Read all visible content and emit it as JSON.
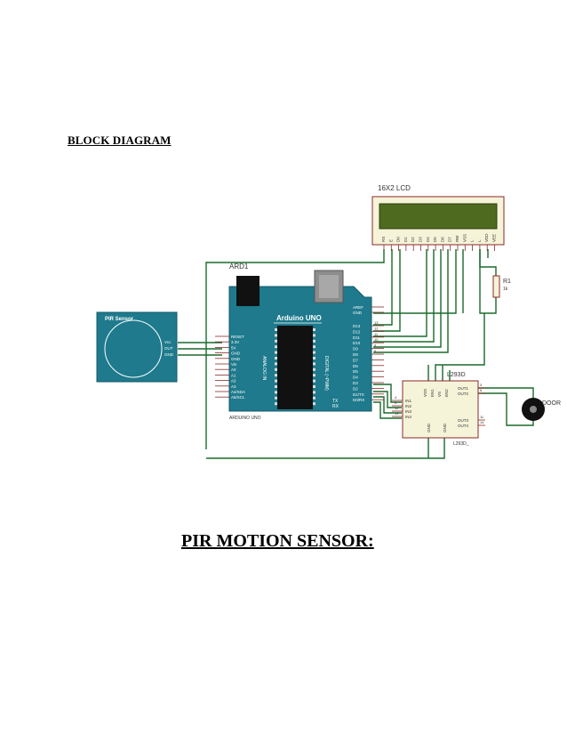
{
  "headings": {
    "block_diagram": "BLOCK DIAGRAM",
    "pir_motion_sensor": "PIR MOTION SENSOR:"
  },
  "diagram": {
    "lcd": {
      "title": "16X2 LCD",
      "pins": [
        "RS",
        "E",
        "D0",
        "D1",
        "D2",
        "D3",
        "D4",
        "D5",
        "D6",
        "D7",
        "RW",
        "VSS",
        "L",
        "L",
        "VDD",
        "VEE"
      ]
    },
    "arduino": {
      "ref": "ARD1",
      "title": "Arduino UNO",
      "footer": "ARDUINO UNO",
      "analog_label": "ANALOG IN",
      "digital_label": "DIGITAL (~PWM)",
      "left_pins": [
        "RESET",
        "3.3V",
        "5V",
        "GND",
        "GND",
        "Vin",
        "A0",
        "A1",
        "A2",
        "A3",
        "A4/SDA",
        "A5/SCL"
      ],
      "right_pins": [
        "AREF",
        "GND",
        "D13",
        "D12",
        "D11",
        "D10",
        "D9",
        "D8",
        "D7",
        "D6",
        "D5",
        "D4",
        "D3",
        "D2",
        "D1/TX",
        "D0/RX"
      ],
      "right_nums": [
        "13",
        "12",
        "11",
        "10",
        "9",
        "8"
      ],
      "tx": "TX",
      "rx": "RX"
    },
    "pir": {
      "title": "PIR Sensor",
      "pins": [
        "Vcc",
        "OUT",
        "GND"
      ]
    },
    "l293d": {
      "title": "L293D",
      "ref": "L293D_",
      "left_pins": [
        "IN1",
        "IN2",
        "IN3",
        "IN4"
      ],
      "right_pins": [
        "OUT1",
        "OUT2",
        "OUT3",
        "OUT4"
      ],
      "top_pins": [
        "VSS",
        "EN1",
        "VS",
        "EN2"
      ],
      "bottom_pins": [
        "GND",
        "GND"
      ],
      "pin_nums": [
        "3",
        "6",
        "11",
        "14",
        "4",
        "5",
        "12",
        "13"
      ]
    },
    "resistor": {
      "ref": "R1",
      "value": "1k"
    },
    "motor": {
      "label": "DOOR"
    }
  },
  "colors": {
    "board": "#1e7a8c",
    "lcd_screen": "#4e6a1e",
    "lcd_body": "#f5f3d8",
    "chip_outline": "#9b3a3a",
    "wire": "#1a6a2a",
    "pin": "#8a2a2a"
  }
}
